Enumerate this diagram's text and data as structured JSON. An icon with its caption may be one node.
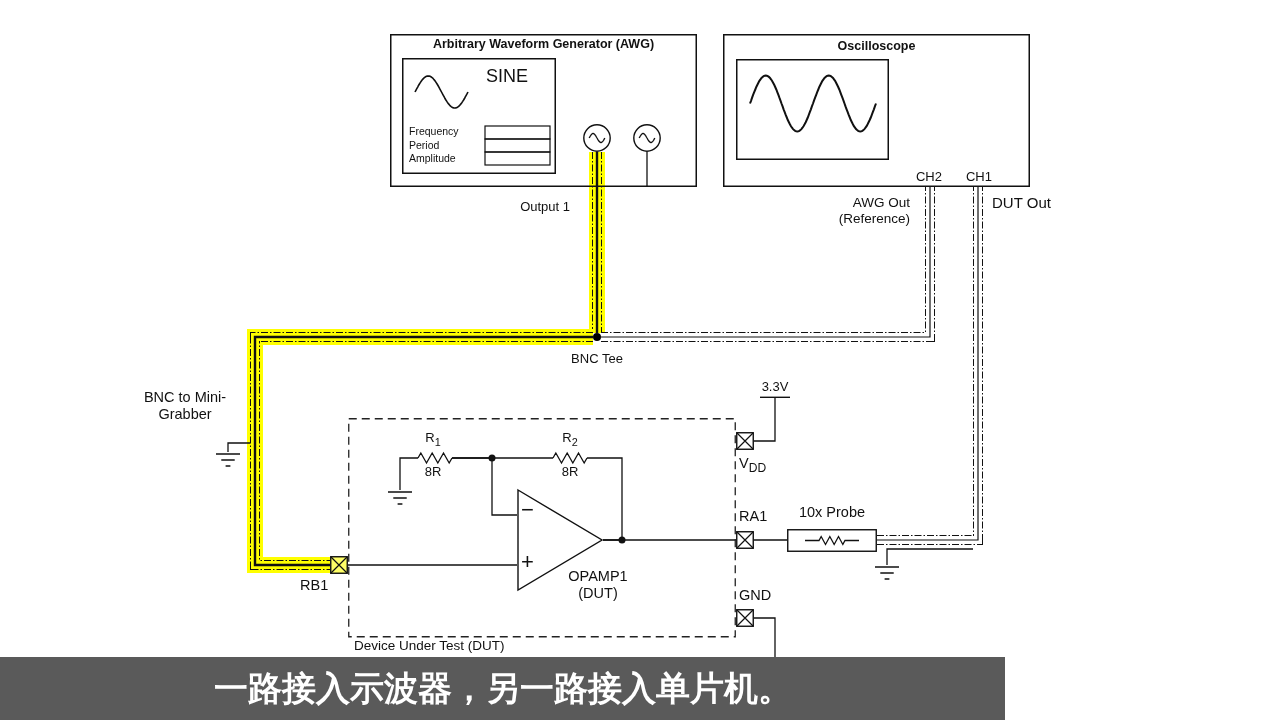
{
  "diagram": {
    "nodes": [
      {
        "text": [
          "Arbitrary Waveform Generator (AWG)"
        ]
      },
      {
        "text": [
          "SINE",
          "Frequency Period Amplitude"
        ],
        "in": 0
      },
      {
        "text": [],
        "shape": "circle",
        "in": 0
      },
      {
        "text": [],
        "shape": "circle",
        "in": 0
      },
      {
        "text": [
          "Oscilloscope"
        ]
      },
      {
        "text": [],
        "shape": "box",
        "in": 4
      },
      {
        "text": [
          "CH2"
        ],
        "in": 4
      },
      {
        "text": [
          "CH1"
        ],
        "in": 4
      },
      {
        "text": [],
        "shape": "circle",
        "beside": [
          "BNC Tee"
        ]
      },
      {
        "text": [
          "Device Under Test (DUT)"
        ]
      },
      {
        "text": [],
        "shape": "box",
        "beside": [
          "RB1"
        ]
      },
      {
        "text": [],
        "shape": "box",
        "beside": [
          "V$_{DD}$"
        ]
      },
      {
        "text": [],
        "shape": "box",
        "beside": [
          "RA1"
        ]
      },
      {
        "text": [],
        "shape": "box",
        "beside": [
          "GND"
        ]
      },
      {
        "text": [
          "−",
          "+"
        ],
        "in": 9,
        "beside": [
          "OPAMP1 (DUT)"
        ]
      },
      {
        "text": [],
        "shape": "resistor",
        "in": 9,
        "beside": [
          "R$_{1}$",
          "8R"
        ]
      },
      {
        "text": [],
        "shape": "resistor",
        "in": 9,
        "beside": [
          "R$_{2}$",
          "8R"
        ]
      },
      {
        "text": [],
        "shape": "box",
        "beside": [
          "10x Probe"
        ]
      },
      {
        "text": [],
        "shape": "ground"
      },
      {
        "text": [],
        "shape": "ground",
        "in": 9
      },
      {
        "text": [],
        "shape": "ground"
      },
      {
        "text": [
          "3.3V"
        ]
      }
    ],
    "edges": [
      {
        "from": 2,
        "to": 8,
        "arrow": "none",
        "style": "thick",
        "color": "#ffff00",
        "label": "Output 1"
      },
      {
        "from": 8,
        "to": 10,
        "arrow": "none",
        "style": "thick",
        "color": "#ffff00",
        "label": "BNC to Mini-Grabber"
      },
      {
        "from": 8,
        "to": 6,
        "arrow": "none",
        "style": "dashed",
        "label": "AWG Out (Reference)"
      },
      {
        "from": 17,
        "to": 7,
        "arrow": "none",
        "style": "dashed",
        "label": "DUT Out"
      },
      {
        "from": 18,
        "to": null,
        "arrow": "none"
      },
      {
        "from": 20,
        "to": null,
        "arrow": "none"
      },
      {
        "from": 19,
        "to": 15,
        "arrow": "none"
      },
      {
        "from": 15,
        "to": 16,
        "arrow": "none"
      },
      {
        "from": 15,
        "to": 14,
        "arrow": "none"
      },
      {
        "from": 16,
        "to": 14,
        "arrow": "none"
      },
      {
        "from": 14,
        "to": 12,
        "arrow": "none"
      },
      {
        "from": 10,
        "to": 14,
        "arrow": "none"
      },
      {
        "from": 11,
        "to": 21,
        "arrow": "none"
      },
      {
        "from": 12,
        "to": 17,
        "arrow": "none"
      },
      {
        "from": 13,
        "to": null,
        "arrow": "none"
      }
    ],
    "caption": "一路接入示波器，另一路接入单片机。"
  }
}
